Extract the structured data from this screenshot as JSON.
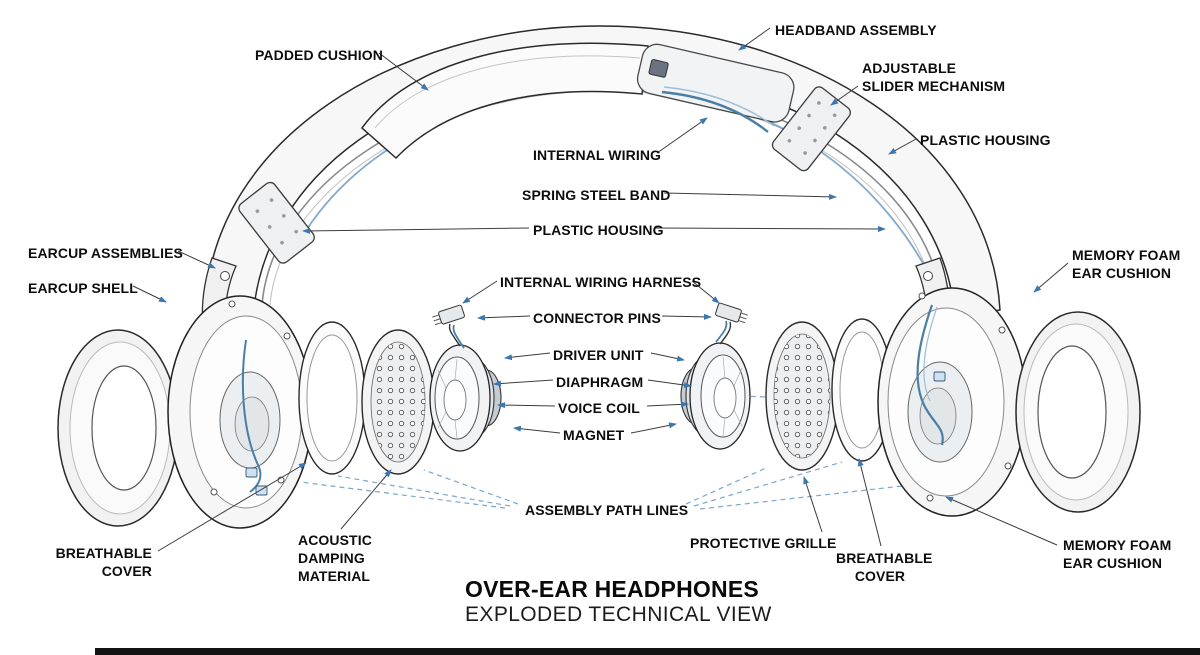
{
  "diagram": {
    "title": "OVER-EAR HEADPHONES",
    "subtitle": "EXPLODED TECHNICAL VIEW",
    "labels": {
      "headband_assembly": "HEADBAND ASSEMBLY",
      "padded_cushion": "PADDED CUSHION",
      "adjustable_slider_mechanism": "ADJUSTABLE\nSLIDER MECHANISM",
      "plastic_housing_upper_right": "PLASTIC HOUSING",
      "internal_wiring": "INTERNAL WIRING",
      "spring_steel_band": "SPRING STEEL BAND",
      "plastic_housing_center": "PLASTIC HOUSING",
      "earcup_assemblies": "EARCUP ASSEMBLIES",
      "earcup_shell": "EARCUP SHELL",
      "memory_foam_ear_cushion_top_right": "MEMORY FOAM\nEAR CUSHION",
      "internal_wiring_harness": "INTERNAL WIRING HARNESS",
      "connector_pins": "CONNECTOR PINS",
      "driver_unit": "DRIVER UNIT",
      "diaphragm": "DIAPHRAGM",
      "voice_coil": "VOICE COIL",
      "magnet": "MAGNET",
      "assembly_path_lines": "ASSEMBLY PATH LINES",
      "protective_grille": "PROTECTIVE GRILLE",
      "breathable_cover_left": "BREATHABLE\nCOVER",
      "acoustic_damping_material": "ACOUSTIC\nDAMPING\nMATERIAL",
      "breathable_cover_right": "BREATHABLE\nCOVER",
      "memory_foam_ear_cushion_bottom_right": "MEMORY FOAM\nEAR CUSHION"
    },
    "colors": {
      "ink": "#1a1a1a",
      "leader_arrow_blue": "#3a76b0",
      "wire_blue": "#4a7fa5",
      "assembly_path_blue": "#7aa7cc",
      "background": "#ffffff"
    }
  }
}
